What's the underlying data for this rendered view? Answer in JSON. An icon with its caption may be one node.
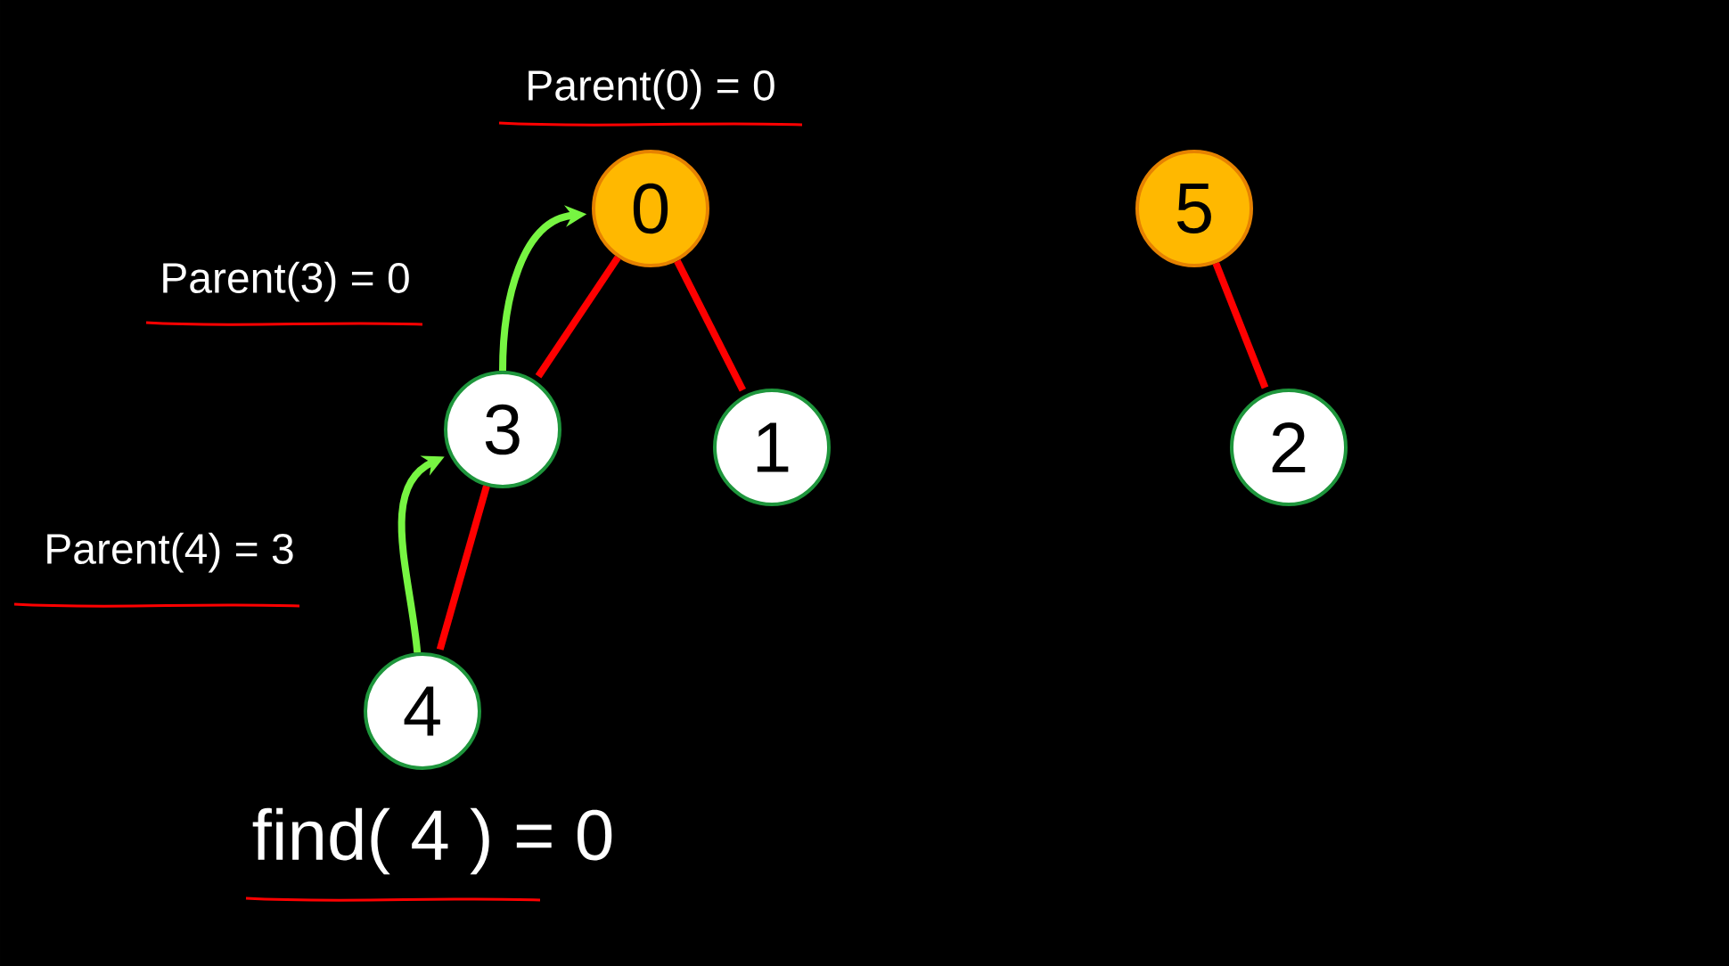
{
  "diagram": {
    "nodes": [
      {
        "text": [
          "0"
        ]
      },
      {
        "text": [
          "5"
        ]
      },
      {
        "text": [
          "3"
        ]
      },
      {
        "text": [
          "1"
        ]
      },
      {
        "text": [
          "2"
        ]
      },
      {
        "text": [
          "4"
        ]
      }
    ],
    "edges": [
      {
        "from": 0,
        "to": 2,
        "arrow": "none"
      },
      {
        "from": 0,
        "to": 3,
        "arrow": "none"
      },
      {
        "from": 1,
        "to": 4,
        "arrow": "none"
      },
      {
        "from": 2,
        "to": 5,
        "arrow": "none"
      },
      {
        "from": 5,
        "to": 2,
        "arrow": "to",
        "color": "#77f542"
      },
      {
        "from": 2,
        "to": 0,
        "arrow": "to",
        "color": "#77f542"
      }
    ],
    "labels": [
      "Parent(0) = 0",
      "Parent(3) = 0",
      "Parent(4) = 3",
      "find( 4 ) = 0"
    ]
  }
}
